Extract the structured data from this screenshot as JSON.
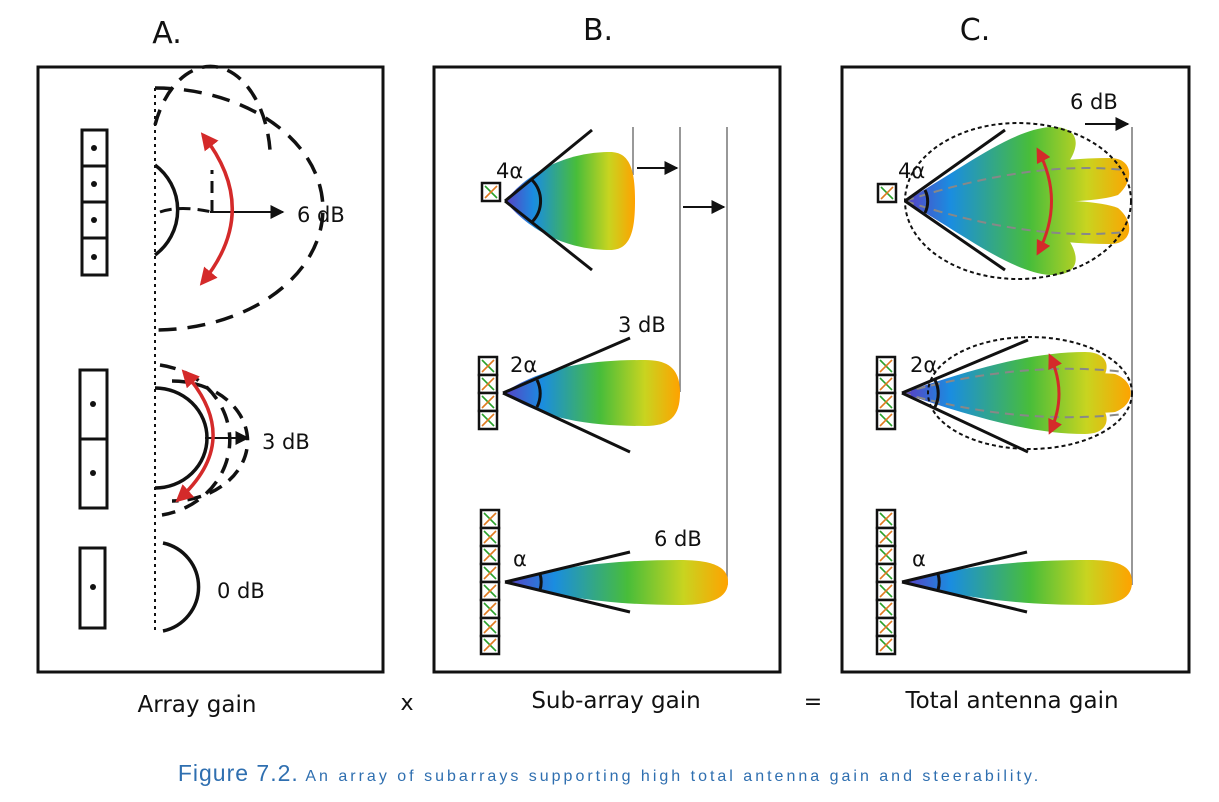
{
  "panels": {
    "a": {
      "letter": "A.",
      "gain_6": "6 dB",
      "gain_3": "3 dB",
      "gain_0": "0 dB",
      "label": "Array gain"
    },
    "b": {
      "letter": "B.",
      "angle_4": "4α",
      "angle_2": "2α",
      "angle_1": "α",
      "gain_3": "3 dB",
      "gain_6": "6 dB",
      "label": "Sub-array gain"
    },
    "c": {
      "letter": "C.",
      "gain_6": "6 dB",
      "angle_4": "4α",
      "angle_2": "2α",
      "angle_1": "α",
      "label": "Total antenna gain"
    }
  },
  "operators": {
    "times": "x",
    "equals": "="
  },
  "caption": {
    "lead": "Figure 7.2.",
    "text": "An array of subarrays supporting high total antenna gain and steerability."
  },
  "colors": {
    "steer_arrow": "#d42a2a",
    "beam_base": "#5a3fc4",
    "beam_mid": "#1a8de0",
    "beam_green": "#48bd3a",
    "beam_tip": "#ffa200",
    "caption": "#2f6fb0",
    "element_x": "#2aa02a"
  }
}
